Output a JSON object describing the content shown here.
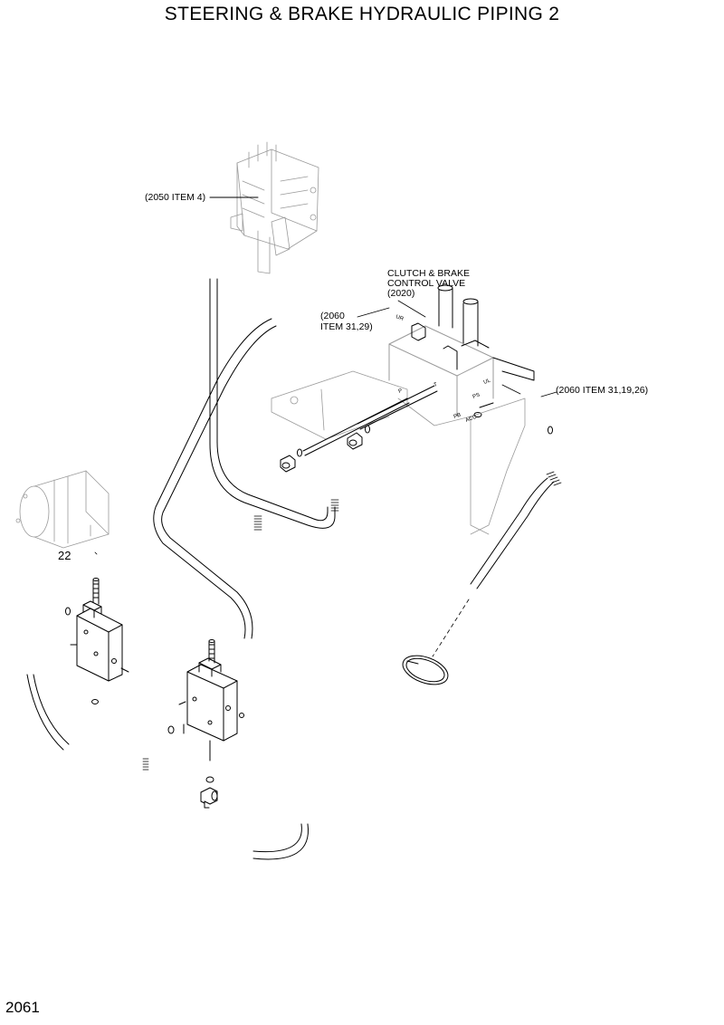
{
  "title": "STEERING & BRAKE HYDRAULIC PIPING 2",
  "page_number": "2061",
  "labels": {
    "ref_2050": "(2050 ITEM 4)",
    "valve_line1": "CLUTCH & BRAKE",
    "valve_line2": "CONTROL VALVE",
    "valve_line3": "(2020)",
    "ref_2060a_line1": "(2060",
    "ref_2060a_line2": "ITEM 31,29)",
    "ref_2060b": "(2060 ITEM 31,19,26)",
    "item_22": "22"
  },
  "ports": {
    "ur": "UR",
    "ul": "UL",
    "ps": "PS",
    "pb": "PB",
    "acc": "ACC",
    "p": "P",
    "t": "T"
  },
  "colors": {
    "line": "#000000",
    "ghost": "#9a9a9a"
  }
}
